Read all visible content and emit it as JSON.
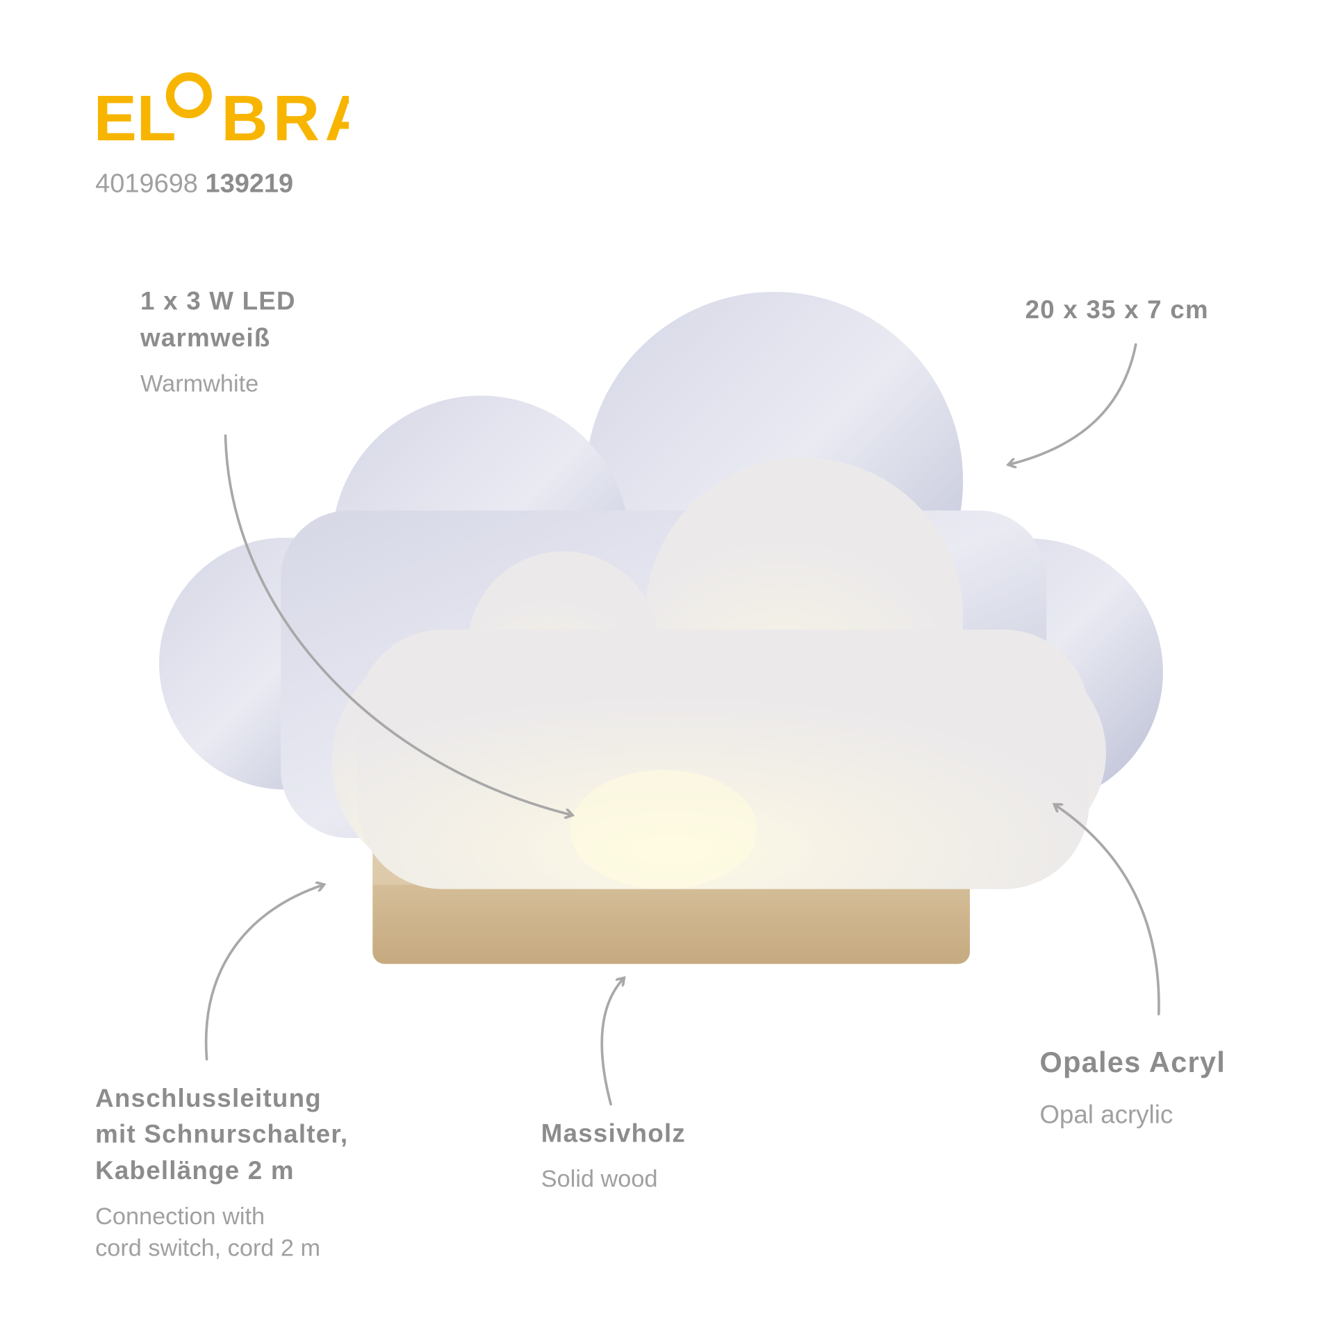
{
  "brand": {
    "logo_text": "ELOBRA",
    "color": "#F8B500"
  },
  "article": {
    "prefix": "4019698",
    "number": "139219"
  },
  "labels": {
    "led": {
      "line1": "1 x 3 W LED",
      "line2": "warmweiß",
      "en": "Warmwhite"
    },
    "size": {
      "de": "20 x 35 x 7 cm"
    },
    "cord": {
      "line1": "Anschlussleitung",
      "line2": "mit Schnurschalter,",
      "line3": "Kabellänge 2 m",
      "en1": "Connection with",
      "en2": "cord switch, cord 2 m"
    },
    "wood": {
      "de": "Massivholz",
      "en": "Solid wood"
    },
    "acrylic": {
      "de": "Opales Acryl",
      "en": "Opal acrylic"
    }
  }
}
